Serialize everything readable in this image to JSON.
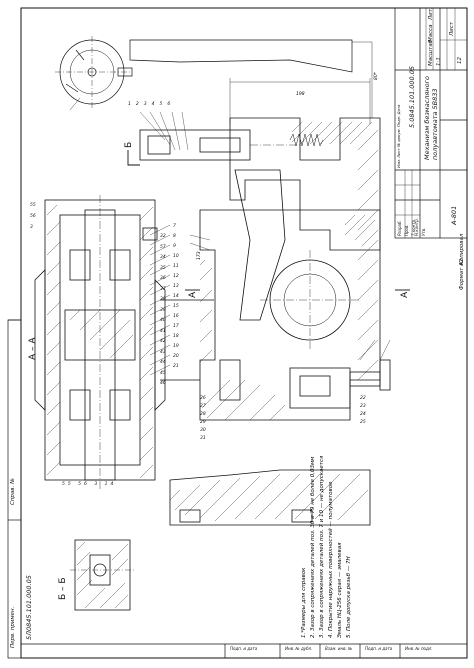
{
  "drawing": {
    "doc_code": "5.0845.101.000.05",
    "doc_code_side": "5Л0845.101.000.05",
    "title_line1": "Механизм безмасляного",
    "title_line2": "полуавтомата 5В833",
    "sheet_label": "Лист",
    "sheet_no": "12",
    "format_label": "Формат А2",
    "copy_label": "Копировал",
    "mass_label": "Масса",
    "scale_label": "Масштаб",
    "scale_value": "1:1",
    "lit_label": "Лит.",
    "stamp": "А-801",
    "role_labels": [
      "Изм.",
      "Лист",
      "№ докум.",
      "Подп.",
      "Дата",
      "Разраб.",
      "Пров.",
      "Т.контр.",
      "Н.контр.",
      "Утв."
    ],
    "left_strip": [
      "Перв. примен.",
      "Справ. №"
    ],
    "bottom_strip": [
      "Подп. и дата",
      "Инв. № дубл.",
      "Взам. инв. №",
      "Подп. и дата",
      "Инв. № подл."
    ]
  },
  "sections": {
    "aa": "А – А",
    "bb": "Б – Б",
    "cut_a_left": "А",
    "cut_a_right": "А",
    "cut_b": "Б"
  },
  "dimensions": {
    "top_length": "198",
    "top_height": "80*",
    "vertical": "173"
  },
  "notes": [
    "1.*Размеры для справок",
    "2. Зазор в сопряжениях деталей поз. 30 и 79 не более 0,03мм",
    "3. Зазор в сопряжениях деталей поз. 7 и 10 — не допускается",
    "4. Покрытие наружных поверхностей — полуматовое",
    "   Эмаль НЦ-256 серая — эмалевая",
    "5. Поле допуска резьб — 7Н"
  ],
  "balloons_aa": [
    "55",
    "55",
    "56",
    "56",
    "3",
    "3",
    "14",
    "32",
    "57",
    "34",
    "35",
    "36",
    "37",
    "38",
    "39",
    "40",
    "41",
    "42",
    "43",
    "44",
    "45",
    "46"
  ],
  "balloons_main": [
    "1",
    "2",
    "3",
    "4",
    "5",
    "6",
    "7",
    "8",
    "9",
    "10",
    "11",
    "12",
    "13",
    "14",
    "15",
    "16",
    "17",
    "18",
    "19",
    "20",
    "21",
    "22",
    "23",
    "24",
    "25",
    "26",
    "27",
    "28",
    "29",
    "30",
    "31"
  ]
}
